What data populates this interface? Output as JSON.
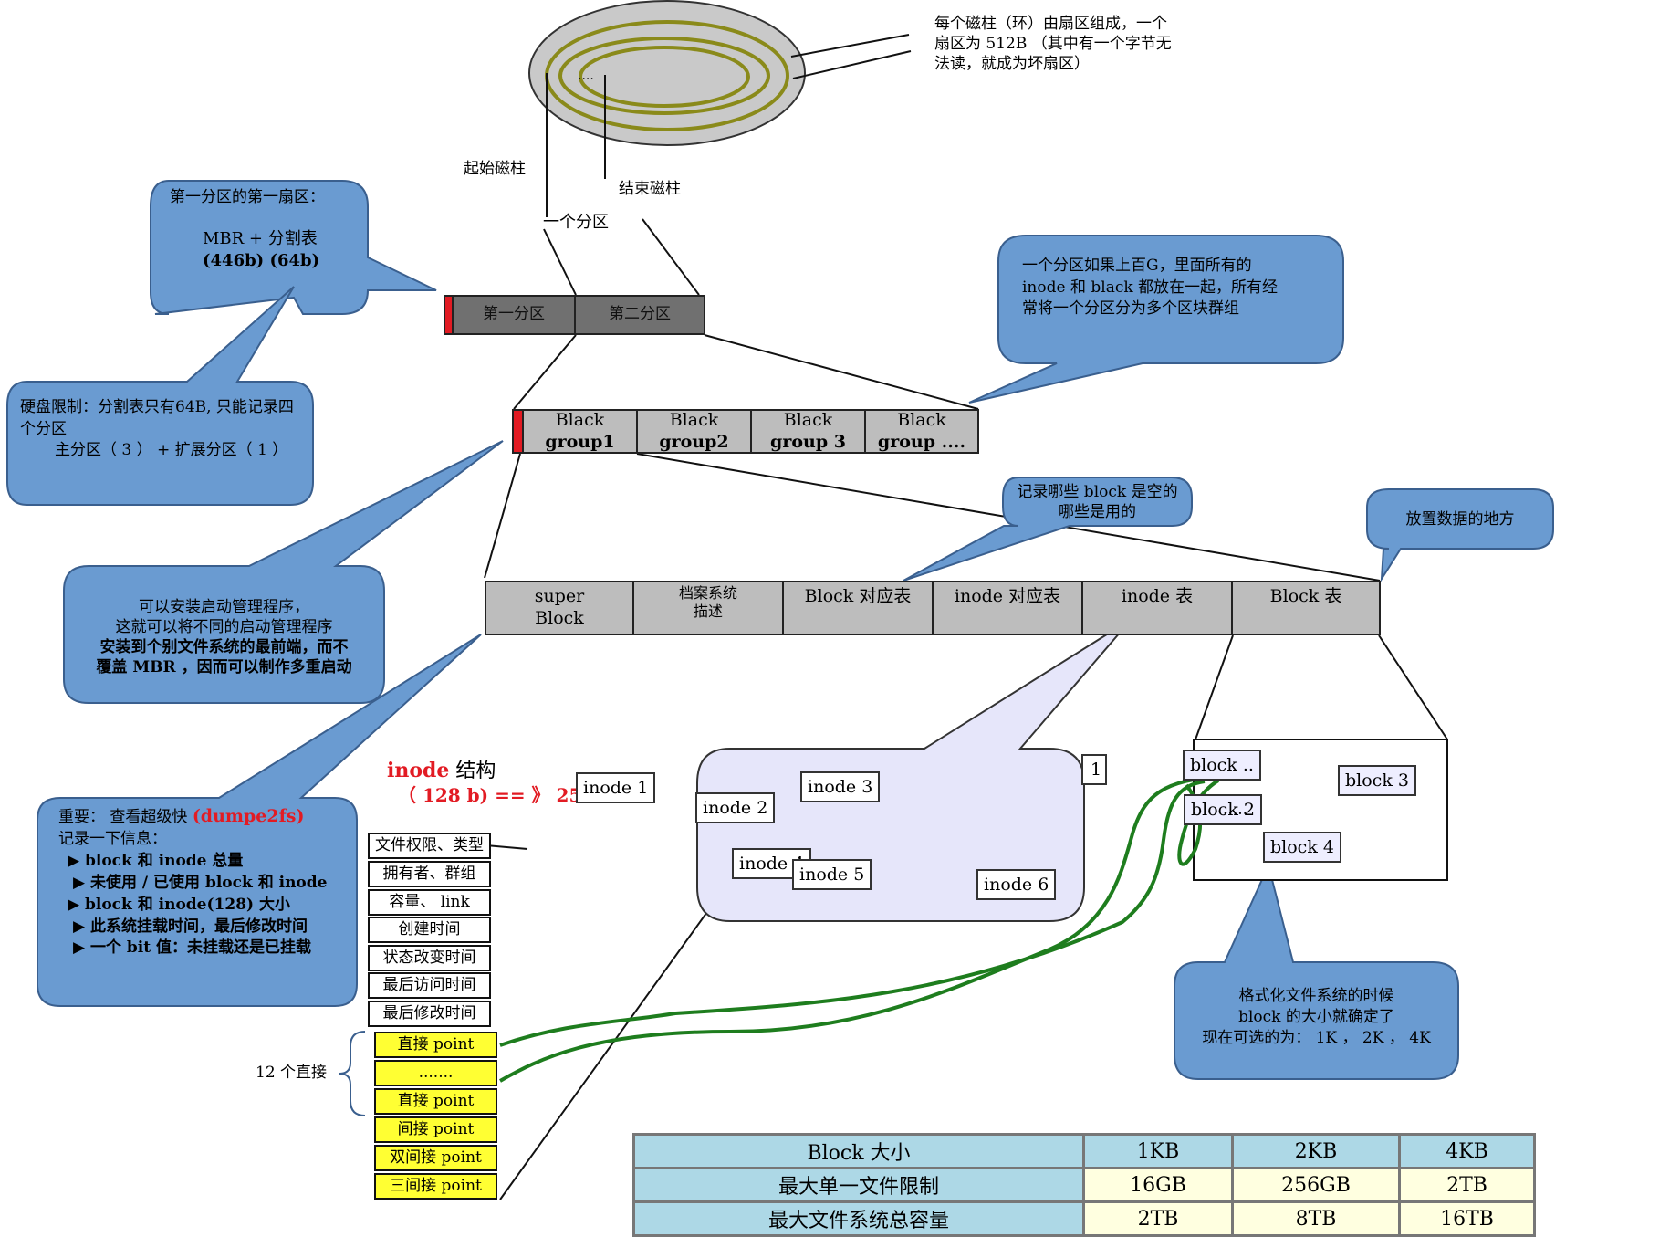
{
  "disk": {
    "center_dots": "....",
    "note": [
      "每个磁柱（环）由扇区组成，一个",
      "扇区为 512B （其中有一个字节无",
      "法读，就成为坏扇区）"
    ],
    "start_cylinder": "起始磁柱",
    "end_cylinder": "结束磁柱",
    "one_partition": "一个分区"
  },
  "partitions": {
    "first": "第一分区",
    "second": "第二分区"
  },
  "mbr_callout": {
    "title": "第一分区的第一扇区：",
    "line1": "MBR +   分割表",
    "line2": "(446b)      (64b)"
  },
  "limit_callout": {
    "line1": "硬盘限制：分割表只有64B, 只能记录四",
    "line2": "个分区",
    "line3": "主分区（ 3 ）   + 扩展分区（ 1 ）"
  },
  "group_callout": {
    "line1": "一个分区如果上百G，里面所有的",
    "line2": "inode  和   black  都放在一起，所有经",
    "line3": "常将一个分区分为多个区块群组"
  },
  "block_groups": [
    {
      "line1": "Black",
      "line2": "group1"
    },
    {
      "line1": "Black",
      "line2": "group2"
    },
    {
      "line1": "Black",
      "line2": "group 3"
    },
    {
      "line1": "Black",
      "line2": "group ...."
    }
  ],
  "boot_callout": {
    "line1": "可以安装启动管理程序，",
    "line2": "这就可以将不同的启动管理程序",
    "line3": "安装到个别文件系统的最前端，而不",
    "line4": "覆盖 MBR ，因而可以制作多重启动"
  },
  "bitmap_callout": {
    "line1": "记录哪些 block 是空的",
    "line2": "哪些是用的"
  },
  "data_callout": "放置数据的地方",
  "structure": [
    {
      "line1": "super",
      "line2": "Block"
    },
    {
      "line1": "档案系统",
      "line2": "描述"
    },
    {
      "line1": "Block 对应表",
      "line2": ""
    },
    {
      "line1": "inode  对应表",
      "line2": ""
    },
    {
      "line1": "inode  表",
      "line2": ""
    },
    {
      "line1": "Block  表",
      "line2": ""
    }
  ],
  "inode_title": {
    "a": "inode",
    "b": " 结构",
    "c": "（ 128 b) == 》 258B"
  },
  "inodes": [
    "inode 1",
    "inode 2",
    "inode 3",
    "inode 4",
    "inode 5",
    "inode 6"
  ],
  "partial_one": "1",
  "blocks": [
    "block ..",
    "block 2",
    "block 3",
    "block 4"
  ],
  "block_dots": ".....",
  "superblock_callout": {
    "title_a": "重要：  查看超级快 ",
    "title_b": "(dumpe2fs)",
    "line1": "记录一下信息：",
    "line2": "▶ block  和   inode  总量",
    "line3": "▶  未使用 / 已使用  block 和 inode",
    "line4": "▶ block  和   inode(128) 大小",
    "line5": "▶  此系统挂载时间，最后修改时间",
    "line6": "▶  一个 bit 值：未挂载还是已挂载"
  },
  "inode_fields": [
    "文件权限、类型",
    "拥有者、群组",
    "容量、 link",
    "创建时间",
    "状态改变时间",
    "最后访问时间",
    "最后修改时间"
  ],
  "pointers": [
    "直接 point",
    ".......",
    "直接 point",
    "间接 point",
    "双间接 point",
    "三间接 point"
  ],
  "twelve_direct": "12 个直接",
  "format_callout": {
    "line1": "格式化文件系统的时候",
    "line2": "block 的大小就确定了",
    "line3": "现在可选的为：  1K ，  2K ，  4K"
  },
  "table": {
    "rows": [
      [
        "Block 大小",
        "1KB",
        "2KB",
        "4KB"
      ],
      [
        "最大单一文件限制",
        "16GB",
        "256GB",
        "2TB"
      ],
      [
        "最大文件系统总容量",
        "2TB",
        "8TB",
        "16TB"
      ]
    ]
  },
  "colors": {
    "callout": "#6a9bd1",
    "lavender": "#e6e6fa",
    "pointer_yellow": "#ffff33",
    "green": "#1e7d1e",
    "red": "#e21b23",
    "title_red": "#e21b23"
  }
}
